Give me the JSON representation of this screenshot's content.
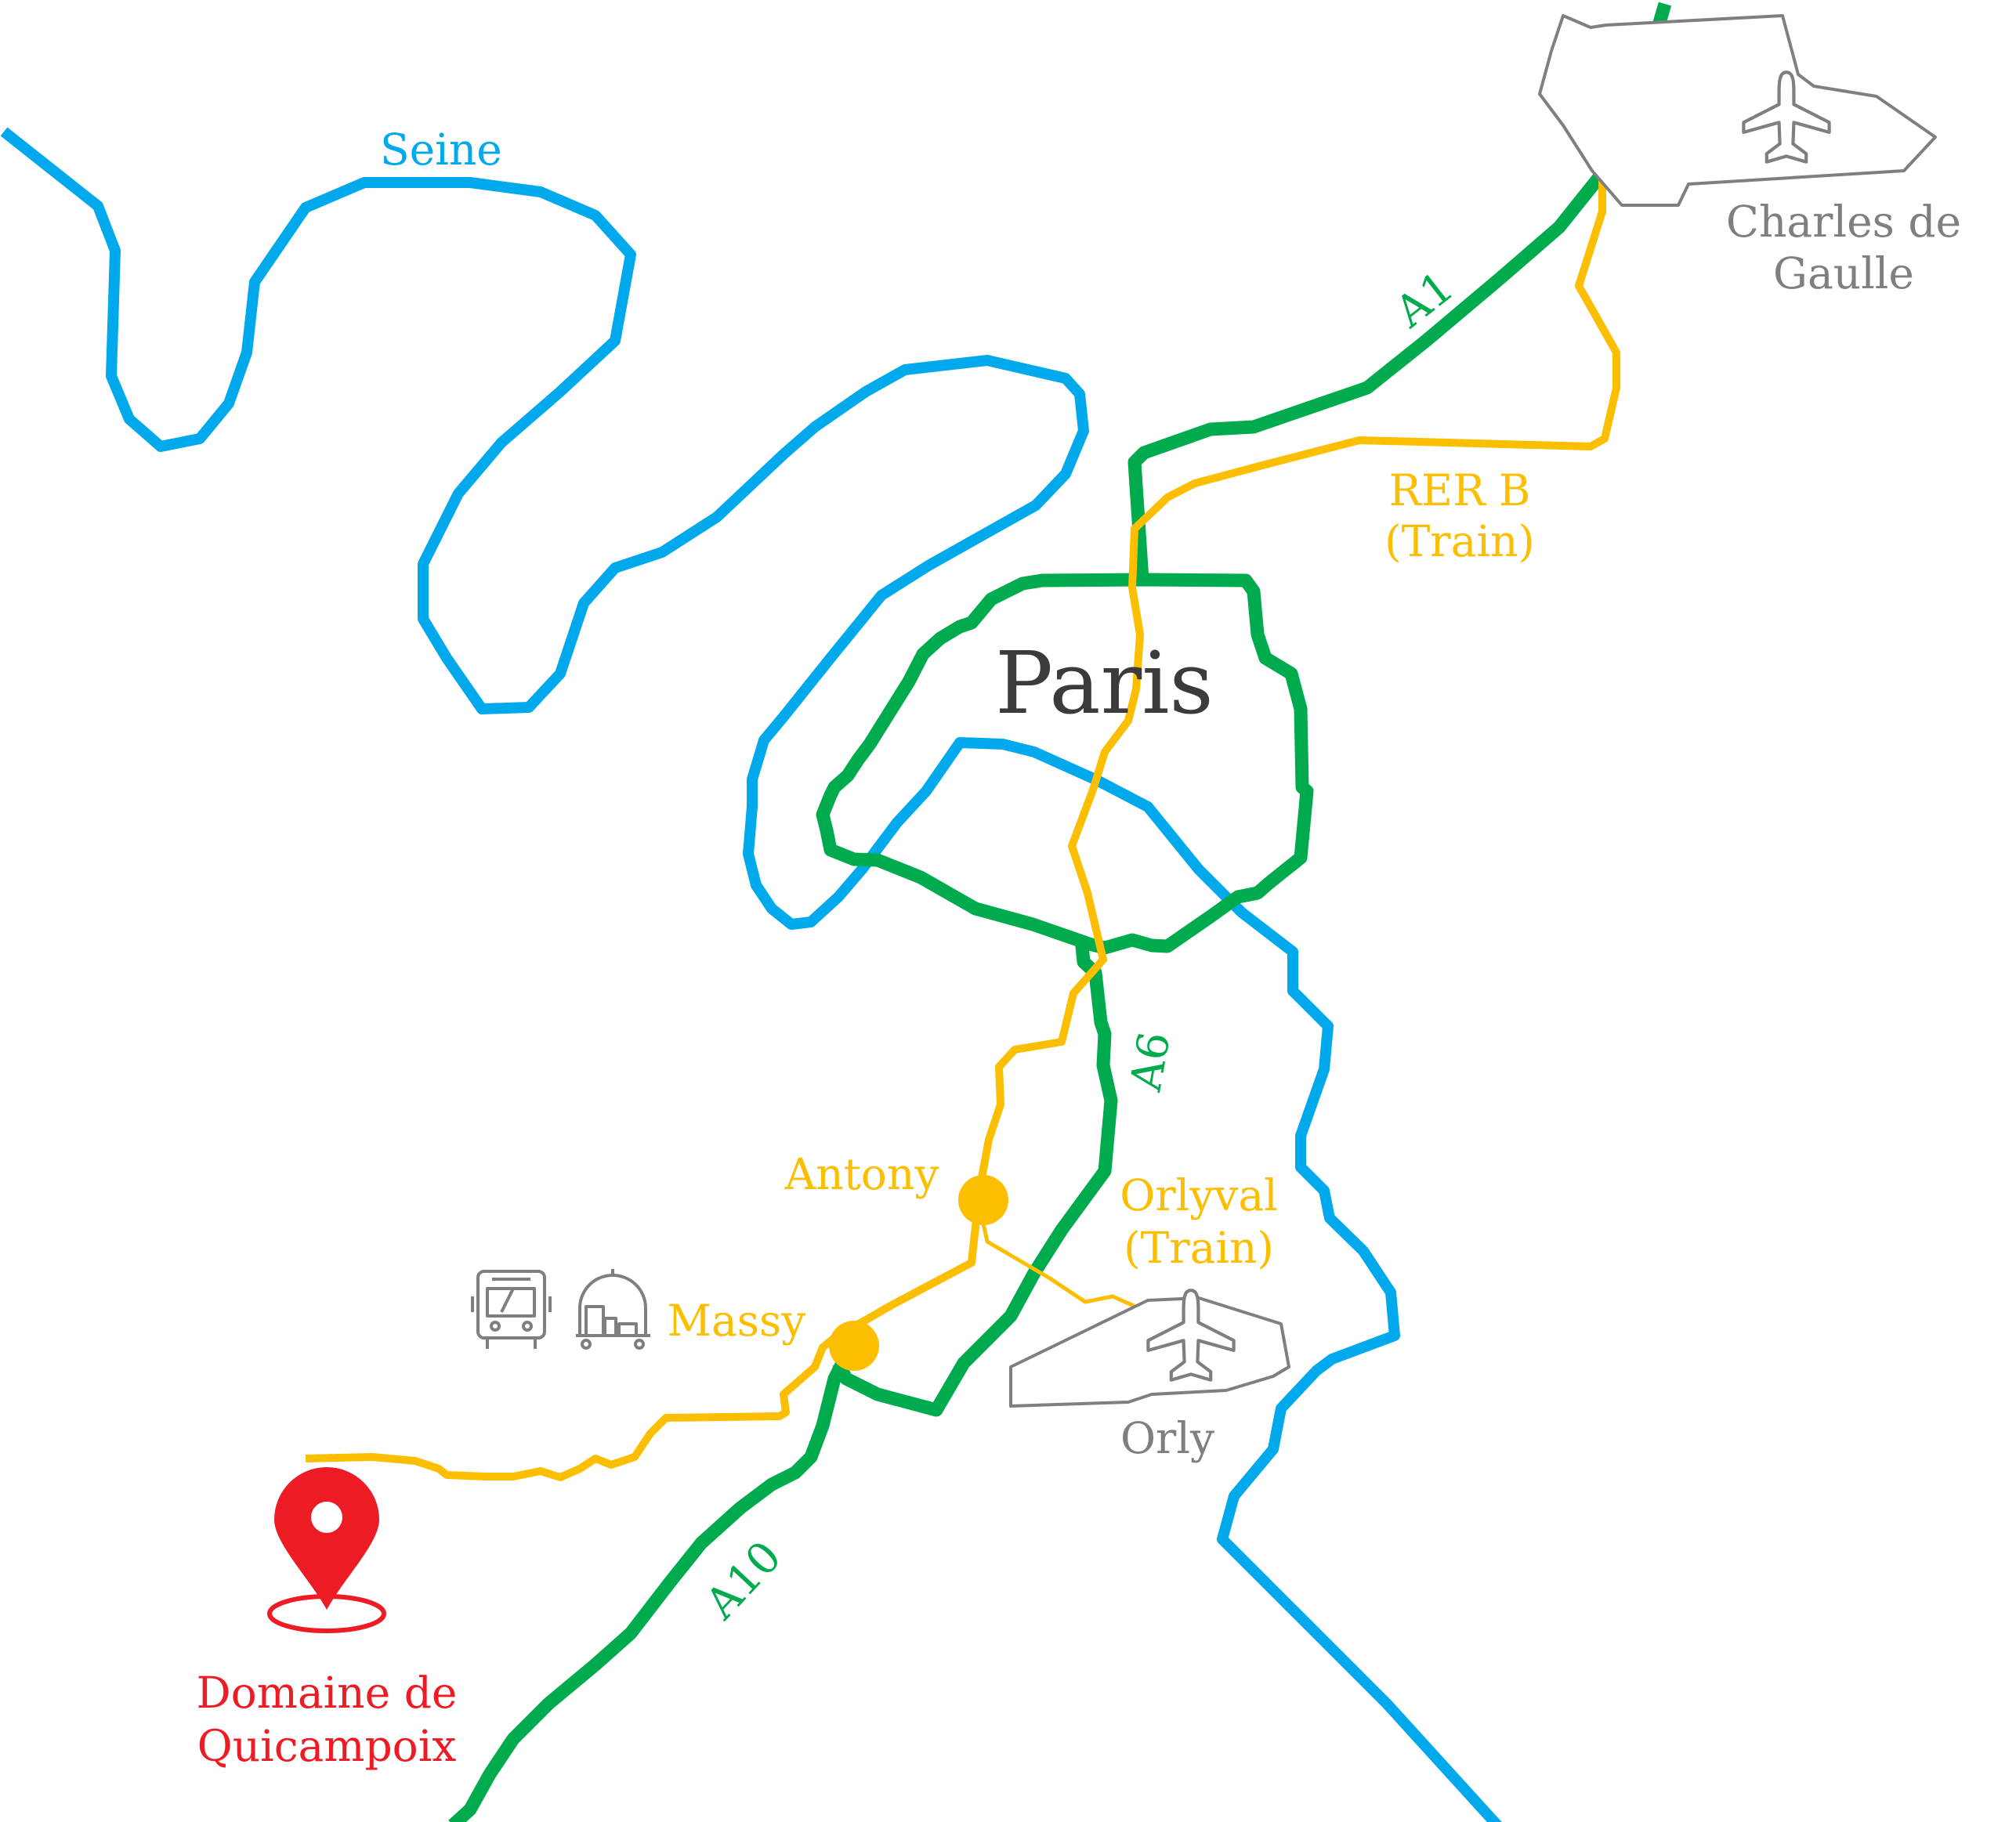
{
  "colors": {
    "river": "#00a9ec",
    "road": "#00ab4e",
    "rail": "#fbbe00",
    "airport": "#7f7f7f",
    "city": "#3b3b3b",
    "venue": "#ed1c24"
  },
  "labels": {
    "seine": "Seine",
    "paris": "Paris",
    "cdg_line1": "Charles de",
    "cdg_line2": "Gaulle",
    "orly": "Orly",
    "a1": "A1",
    "a6": "A6",
    "a10": "A10",
    "rerb_line1": "RER B",
    "rerb_line2": "(Train)",
    "orlyval_line1": "Orlyval",
    "orlyval_line2": "(Train)",
    "antony": "Antony",
    "massy": "Massy",
    "venue_line1": "Domaine de",
    "venue_line2": "Quicampoix"
  },
  "icons": {
    "cdg": "airplane-icon",
    "orly": "airplane-icon",
    "bus": "bus-icon",
    "hotel": "hotel-service-icon",
    "venue": "location-pin-icon"
  }
}
